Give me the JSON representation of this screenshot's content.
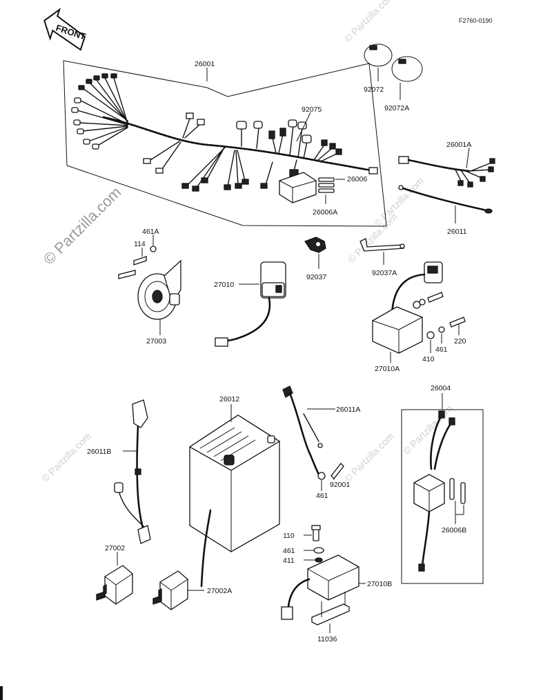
{
  "diagram_code": "F2760-0190",
  "front_arrow_label": "FRONT",
  "watermarks": {
    "main": "© Partzilla.com",
    "secondary": "© Partzilla.com"
  },
  "parts": {
    "p26001": "26001",
    "p92075": "92075",
    "p92072": "92072",
    "p92072A": "92072A",
    "p26006": "26006",
    "p26006A": "26006A",
    "p26001A": "26001A",
    "p26011": "26011",
    "p461A": "461A",
    "p114": "114",
    "p27003": "27003",
    "p27010": "27010",
    "p92037": "92037",
    "p92037A": "92037A",
    "p220": "220",
    "p461_b": "461",
    "p410": "410",
    "p27010A": "27010A",
    "p26012": "26012",
    "p26011A": "26011A",
    "p26011B": "26011B",
    "p461_c": "461",
    "p92001": "92001",
    "p26004": "26004",
    "p26006B": "26006B",
    "p27002": "27002",
    "p27002A": "27002A",
    "p110": "110",
    "p461_d": "461",
    "p411": "411",
    "p27010B": "27010B",
    "p11036": "11036"
  }
}
